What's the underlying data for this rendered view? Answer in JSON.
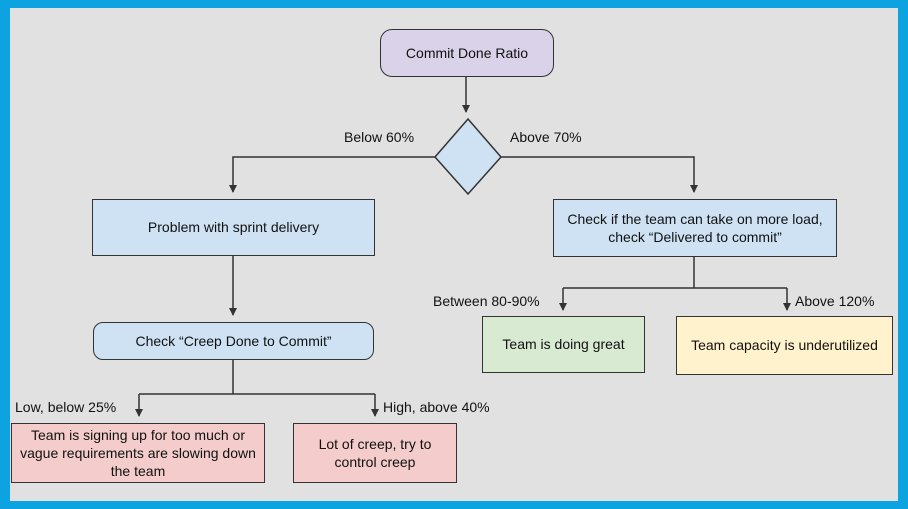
{
  "flowchart": {
    "root": {
      "label": "Commit Done Ratio"
    },
    "branch_labels": {
      "below_60": "Below 60%",
      "above_70": "Above 70%",
      "low_below_25": "Low, below 25%",
      "high_above_40": "High, above 40%",
      "between_80_90": "Between 80-90%",
      "above_120": "Above 120%"
    },
    "nodes": {
      "problem": {
        "label": "Problem with sprint delivery"
      },
      "check_creep": {
        "label": "Check “Creep Done to Commit”"
      },
      "check_more_load": {
        "label": "Check if the team can take on more load, check “Delivered to commit”"
      },
      "too_much": {
        "label": "Team is signing up for too much or vague requirements are slowing down the team"
      },
      "lot_of_creep": {
        "label": "Lot of creep, try to control creep"
      },
      "doing_great": {
        "label": "Team is doing great"
      },
      "underutilized": {
        "label": "Team capacity is underutilized"
      }
    },
    "colors": {
      "canvas_border": "#0DA2E0",
      "background": "#E1E1E1",
      "node_border": "#333333",
      "connector_line": "#333333",
      "root_fill": "#D9D2E9",
      "process_fill": "#CFE2F3",
      "warning_fill": "#F4CCCC",
      "success_fill": "#D9EAD3",
      "info_fill": "#FFF2CC"
    }
  }
}
